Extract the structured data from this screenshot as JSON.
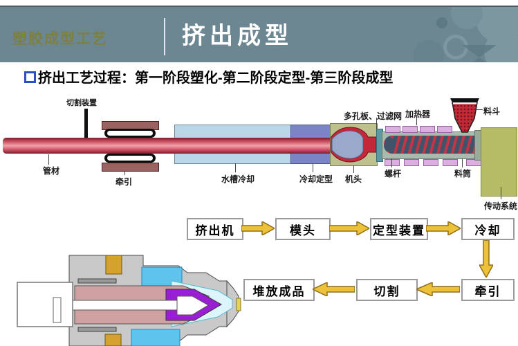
{
  "header": {
    "course_title": "塑胶成型工艺",
    "page_title": "挤出成型"
  },
  "bullet_text": "挤出工艺过程：第一阶段塑化-第二阶段定型-第三阶段成型",
  "diagram_labels": {
    "cutting_device": "切割装置",
    "pipe": "管材",
    "puller": "牵引",
    "water_tank": "水槽冷却",
    "cooling_die": "冷却定型",
    "die_head": "机头",
    "breaker_plate": "多孔板、过滤网",
    "heater": "加热器",
    "hopper": "料斗",
    "screw": "螺杆",
    "barrel": "料筒",
    "transmission": "传动系统"
  },
  "flowchart": {
    "step_extruder": "挤出机",
    "step_die": "模头",
    "step_sizing": "定型装置",
    "step_cooling": "冷却",
    "step_pulling": "牵引",
    "step_cutting": "切割",
    "step_stacking": "堆放成品"
  },
  "colors": {
    "header_bg": "#6c8692",
    "course_title": "#7e803f",
    "bullet_blue": "#2e4fc0",
    "arrow_gold": "#edc238",
    "pipe_red": "#c23545",
    "water_tank_blue": "#b9d7e9",
    "cooling_die_purple": "#7b85c6",
    "machine_olive": "#bcc18d",
    "heater_pink": "#dcb0de",
    "hopper_red": "#c22b35",
    "cross_section_purple": "#9b1fd2",
    "cross_section_cyan": "#5ec4ee",
    "cross_section_gold": "#d6a22e"
  }
}
